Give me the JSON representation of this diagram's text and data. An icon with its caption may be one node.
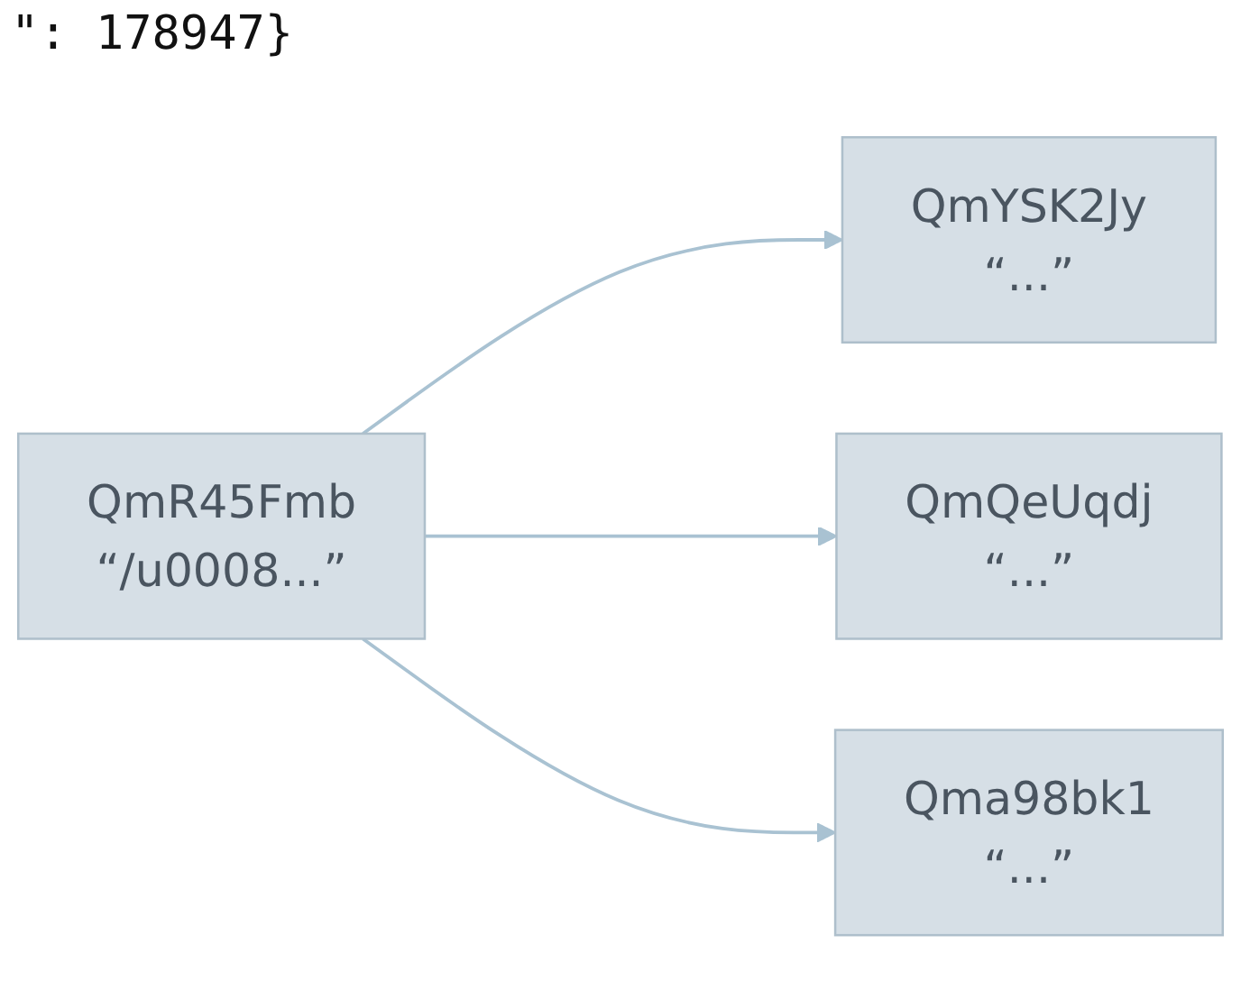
{
  "diagram": {
    "nodes": [
      {
        "text": [
          "QmR45Fmb",
          "“/u0008...”"
        ]
      },
      {
        "text": [
          "QmYSK2Jy",
          "“...”"
        ]
      },
      {
        "text": [
          "QmQeUqdj",
          "“...”"
        ]
      },
      {
        "text": [
          "Qma98bk1",
          "“...”"
        ]
      }
    ],
    "edges": [
      {
        "from": 0,
        "to": 1,
        "arrow": "to"
      },
      {
        "from": 0,
        "to": 2,
        "arrow": "to"
      },
      {
        "from": 0,
        "to": 3,
        "arrow": "to"
      }
    ],
    "labels": [
      "\": 178947}"
    ]
  }
}
